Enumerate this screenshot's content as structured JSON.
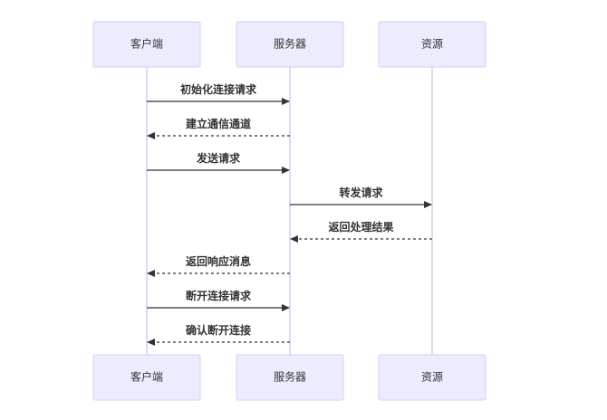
{
  "diagram": {
    "type": "sequence",
    "actors": [
      {
        "id": "client",
        "label": "客户端"
      },
      {
        "id": "server",
        "label": "服务器"
      },
      {
        "id": "resource",
        "label": "资源"
      }
    ],
    "messages": [
      {
        "from": "client",
        "to": "server",
        "label": "初始化连接请求",
        "style": "solid"
      },
      {
        "from": "server",
        "to": "client",
        "label": "建立通信通道",
        "style": "dashed"
      },
      {
        "from": "client",
        "to": "server",
        "label": "发送请求",
        "style": "solid"
      },
      {
        "from": "server",
        "to": "resource",
        "label": "转发请求",
        "style": "solid"
      },
      {
        "from": "resource",
        "to": "server",
        "label": "返回处理结果",
        "style": "dashed"
      },
      {
        "from": "server",
        "to": "client",
        "label": "返回响应消息",
        "style": "dashed"
      },
      {
        "from": "client",
        "to": "server",
        "label": "断开连接请求",
        "style": "solid"
      },
      {
        "from": "server",
        "to": "client",
        "label": "确认断开连接",
        "style": "dashed"
      }
    ]
  }
}
